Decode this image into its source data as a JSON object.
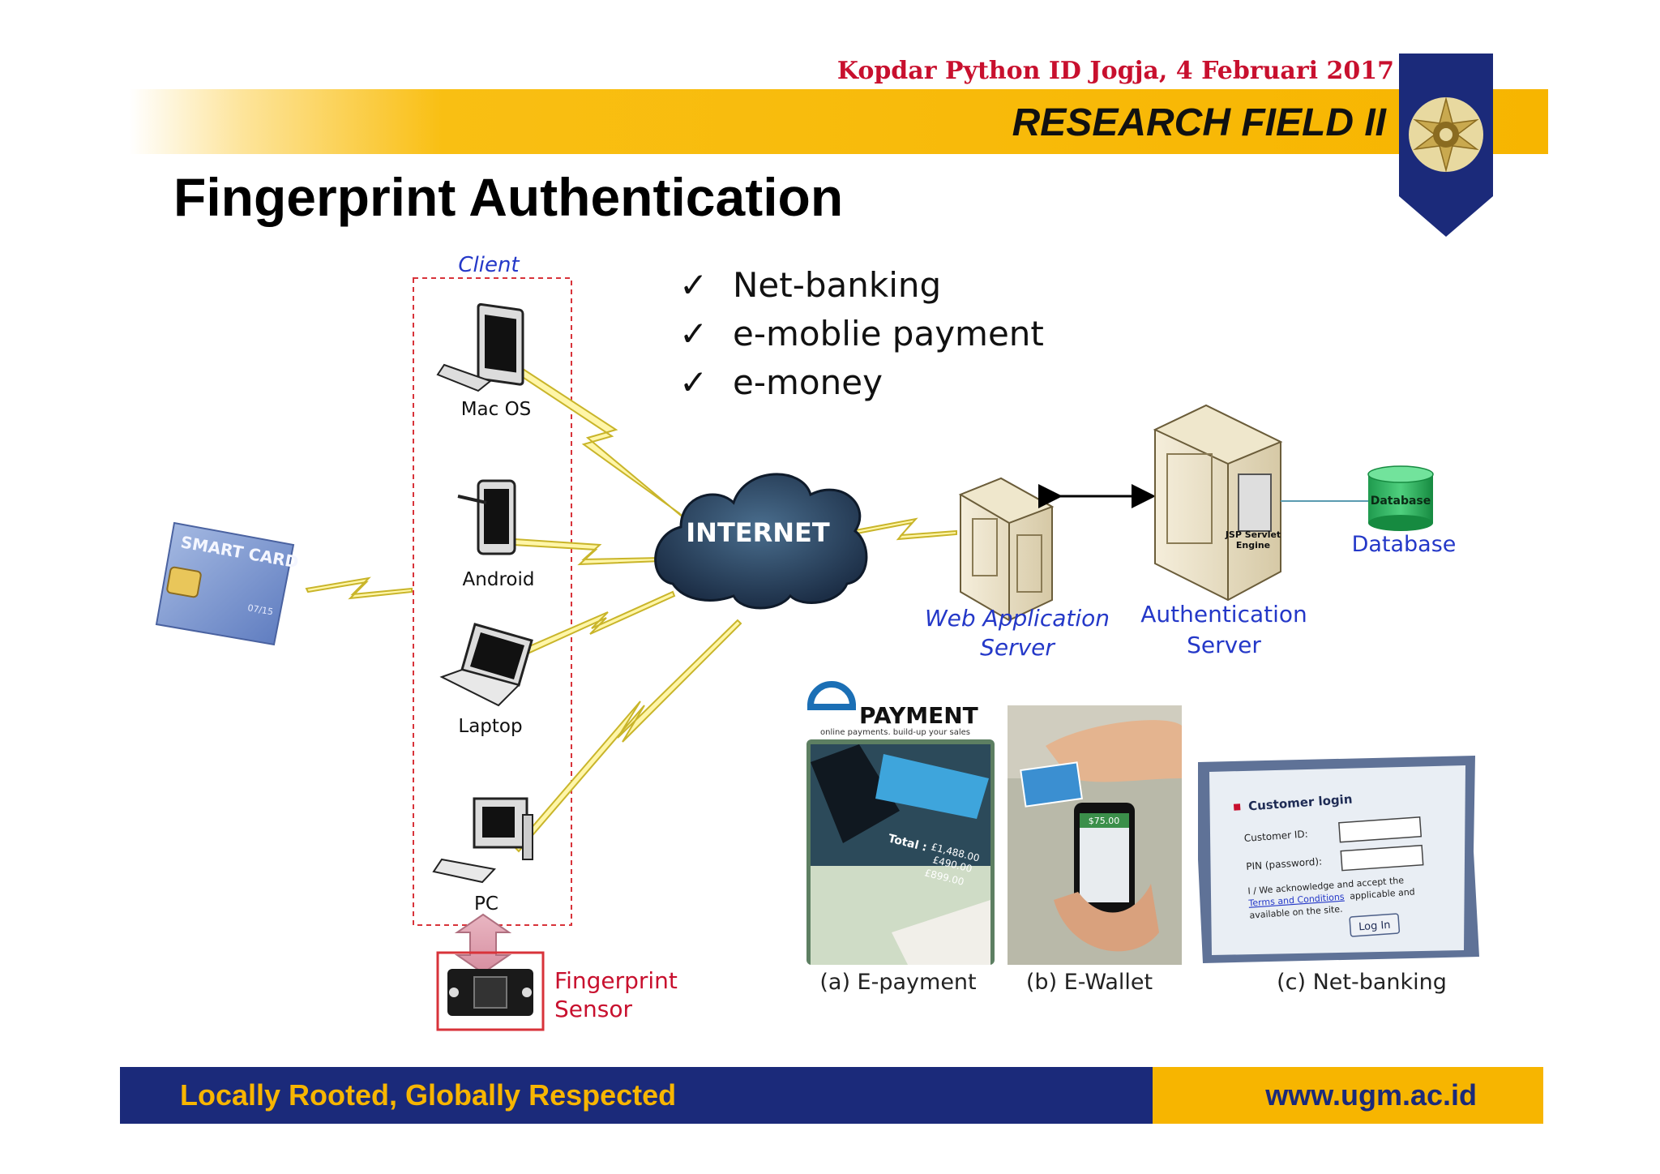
{
  "header": {
    "event": "Kopdar Python ID Jogja, 4 Februari 2017",
    "section": "RESEARCH FIELD II",
    "title": "Fingerprint Authentication",
    "colors": {
      "accent": "#f7b500",
      "navy": "#1b2a7a",
      "red": "#c8102e"
    }
  },
  "bullets": {
    "check": "✓",
    "items": [
      "Net-banking",
      "e-moblie payment",
      "e-money"
    ]
  },
  "diagram": {
    "client_label": "Client",
    "devices": {
      "mac": "Mac OS",
      "android": "Android",
      "laptop": "Laptop",
      "pc": "PC"
    },
    "smart_card": {
      "brand": "SMART CARD",
      "expiry": "07/15"
    },
    "internet": "INTERNET",
    "web_server_line1": "Web Application",
    "web_server_line2": "Server",
    "auth_server_line1": "Authentication",
    "auth_server_line2": "Server",
    "jsp_line1": "JSP Servlet",
    "jsp_line2": "Engine",
    "db_cylinder": "Database",
    "db_label": "Database",
    "sensor_line1": "Fingerprint",
    "sensor_line2": "Sensor"
  },
  "examples": {
    "epayment_logo": "PAYMENT",
    "epayment_tagline": "online payments. build-up your sales",
    "epayment_total": "Total :",
    "epayment_amounts": [
      "£1,488.00",
      "£490.00",
      "£899.00"
    ],
    "ewallet_amount": "$75.00",
    "login": {
      "title": "Customer login",
      "customer_id": "Customer ID:",
      "pin": "PIN (password):",
      "ack1": "I / We acknowledge and accept the",
      "ack_link": "Terms and Conditions",
      "ack2": "applicable and",
      "ack3": "available on the site.",
      "button": "Log In"
    },
    "captions": [
      "(a) E-payment",
      "(b) E-Wallet",
      "(c) Net-banking"
    ]
  },
  "footer": {
    "slogan": "Locally Rooted, Globally Respected",
    "url": "www.ugm.ac.id"
  }
}
